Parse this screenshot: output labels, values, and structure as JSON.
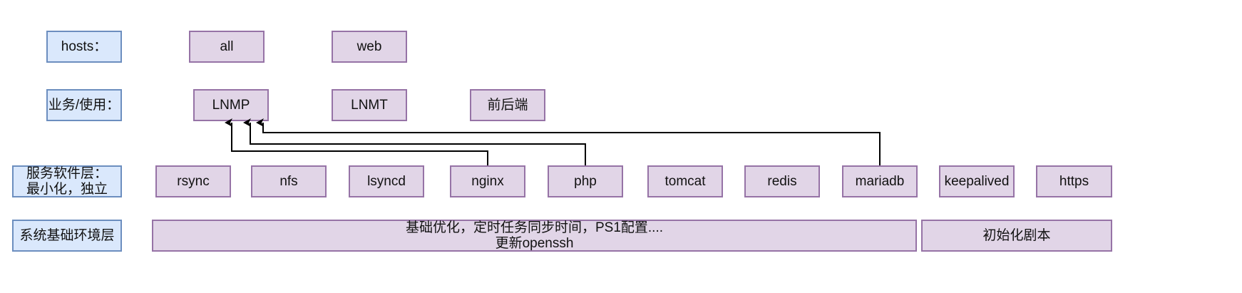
{
  "rows": {
    "hosts": {
      "label": "hosts：",
      "items": [
        "all",
        "web"
      ]
    },
    "business": {
      "label": "业务/使用：",
      "items": [
        "LNMP",
        "LNMT",
        "前后端"
      ]
    },
    "services": {
      "label": "服务软件层：\n最小化，独立",
      "items": [
        "rsync",
        "nfs",
        "lsyncd",
        "nginx",
        "php",
        "tomcat",
        "redis",
        "mariadb",
        "keepalived",
        "https"
      ]
    },
    "base": {
      "label": "系统基础环境层",
      "main": "基础优化，定时任务同步时间，PS1配置....\n更新openssh",
      "init": "初始化剧本"
    }
  },
  "connections": [
    {
      "from": "nginx",
      "to": "LNMP"
    },
    {
      "from": "php",
      "to": "LNMP"
    },
    {
      "from": "mariadb",
      "to": "LNMP"
    }
  ],
  "colors": {
    "label_fill": "#dae8fc",
    "label_stroke": "#6c8ebf",
    "node_fill": "#e1d5e7",
    "node_stroke": "#9673a6",
    "edge": "#000000"
  }
}
